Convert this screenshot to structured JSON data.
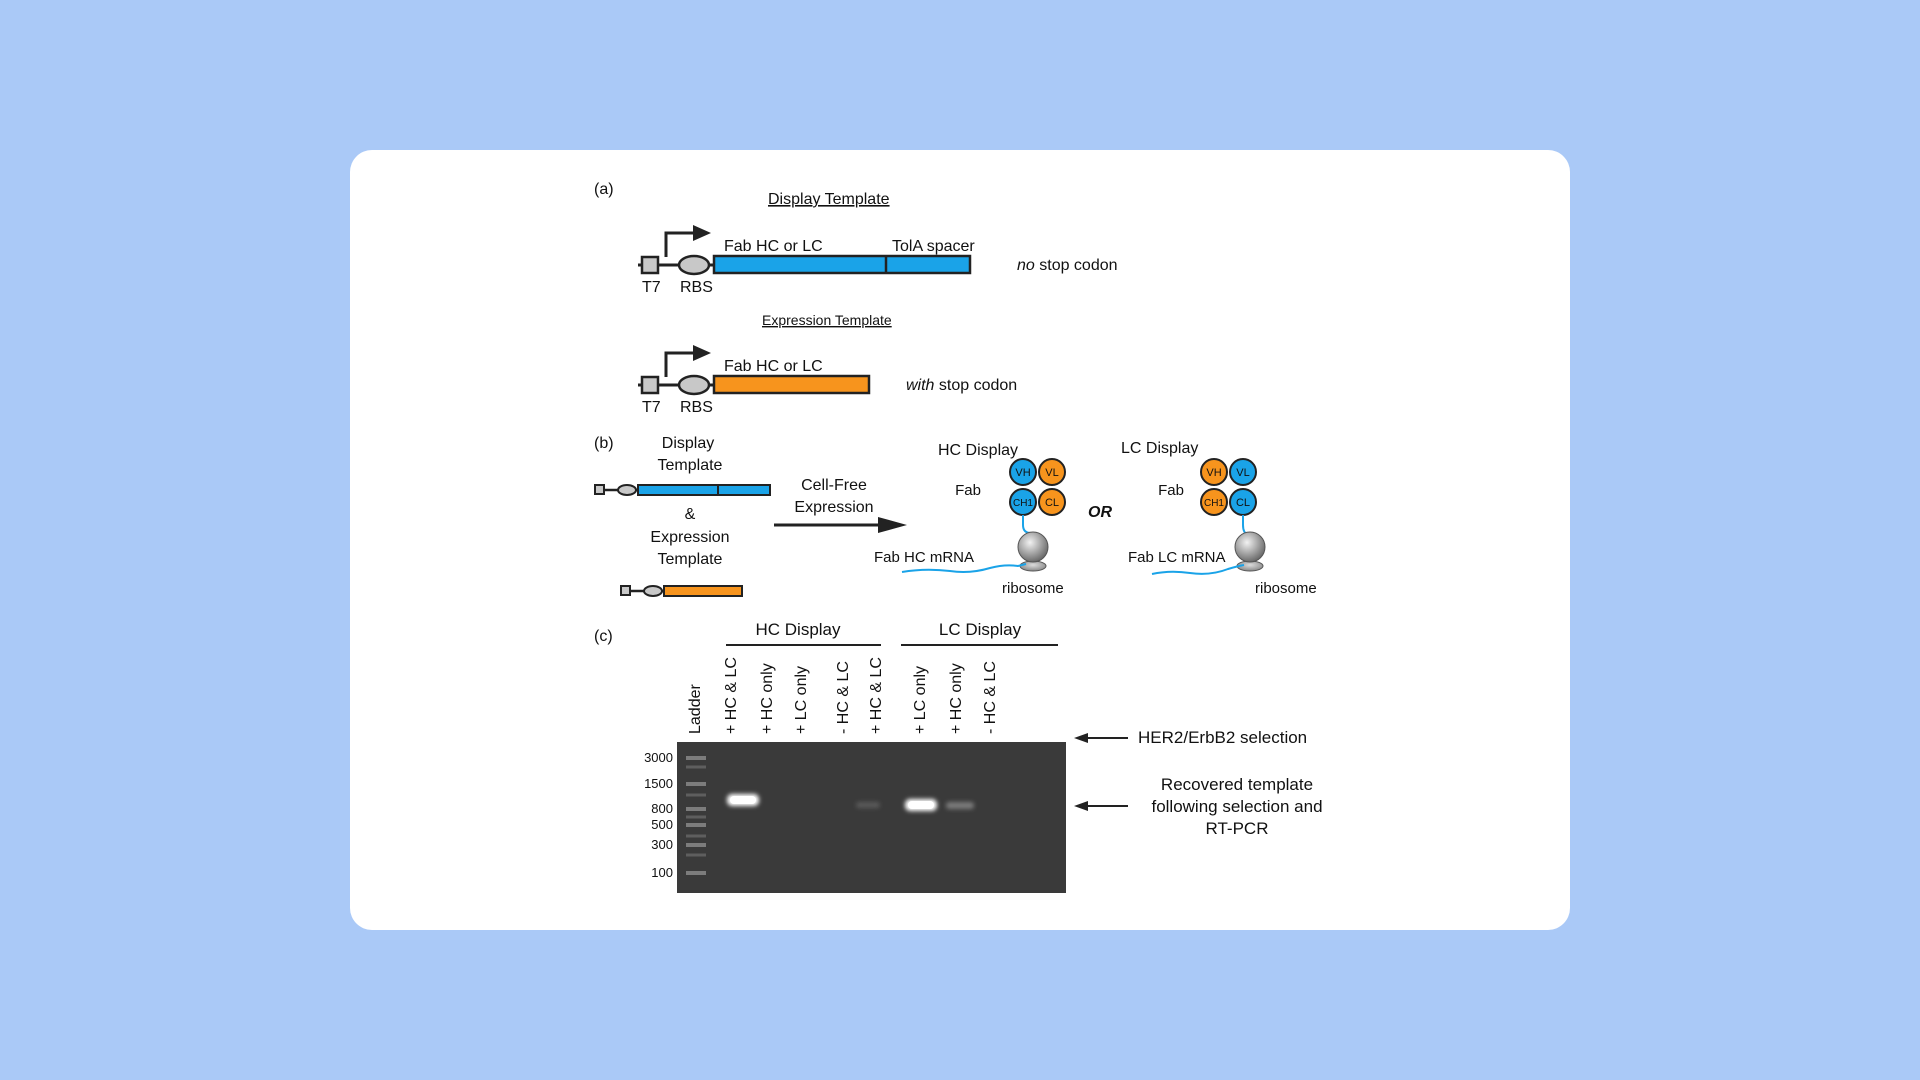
{
  "panel_a": {
    "label": "(a)",
    "display_title": "Display Template",
    "expression_title": "Expression Template",
    "promoter": "T7",
    "rbs": "RBS",
    "fab": "Fab HC or LC",
    "spacer": "TolA spacer",
    "no_stop_italic": "no",
    "no_stop_rest": " stop codon",
    "with_stop_italic": "with",
    "with_stop_rest": " stop codon"
  },
  "panel_b": {
    "label": "(b)",
    "display_line1": "Display",
    "display_line2": "Template",
    "amp": "&",
    "expression_line1": "Expression",
    "expression_line2": "Template",
    "cellfree_line1": "Cell-Free",
    "cellfree_line2": "Expression",
    "hc_display": "HC Display",
    "lc_display": "LC Display",
    "fab": "Fab",
    "or": "OR",
    "hc_mrna": "Fab HC mRNA",
    "lc_mrna": "Fab LC mRNA",
    "ribosome": "ribosome",
    "domains": {
      "vh": "VH",
      "vl": "VL",
      "ch1": "CH1",
      "cl": "CL"
    }
  },
  "panel_c": {
    "label": "(c)",
    "group_hc": "HC Display",
    "group_lc": "LC Display",
    "lanes": [
      "Ladder",
      "+ HC & LC",
      "+ HC only",
      "+ LC only",
      "- HC & LC",
      "+ HC & LC",
      "+ LC only",
      "+ HC only",
      "- HC & LC"
    ],
    "ladder_sizes": [
      "3000",
      "1500",
      "800",
      "500",
      "300",
      "100"
    ],
    "selection_label": "HER2/ErbB2 selection",
    "recovered_line1": "Recovered template",
    "recovered_line2": "following selection and",
    "recovered_line3": "RT-PCR"
  },
  "colors": {
    "blue": "#1aa3e8",
    "orange": "#f7941d",
    "gel": "#3a3a3a",
    "background": "#aac9f7"
  }
}
